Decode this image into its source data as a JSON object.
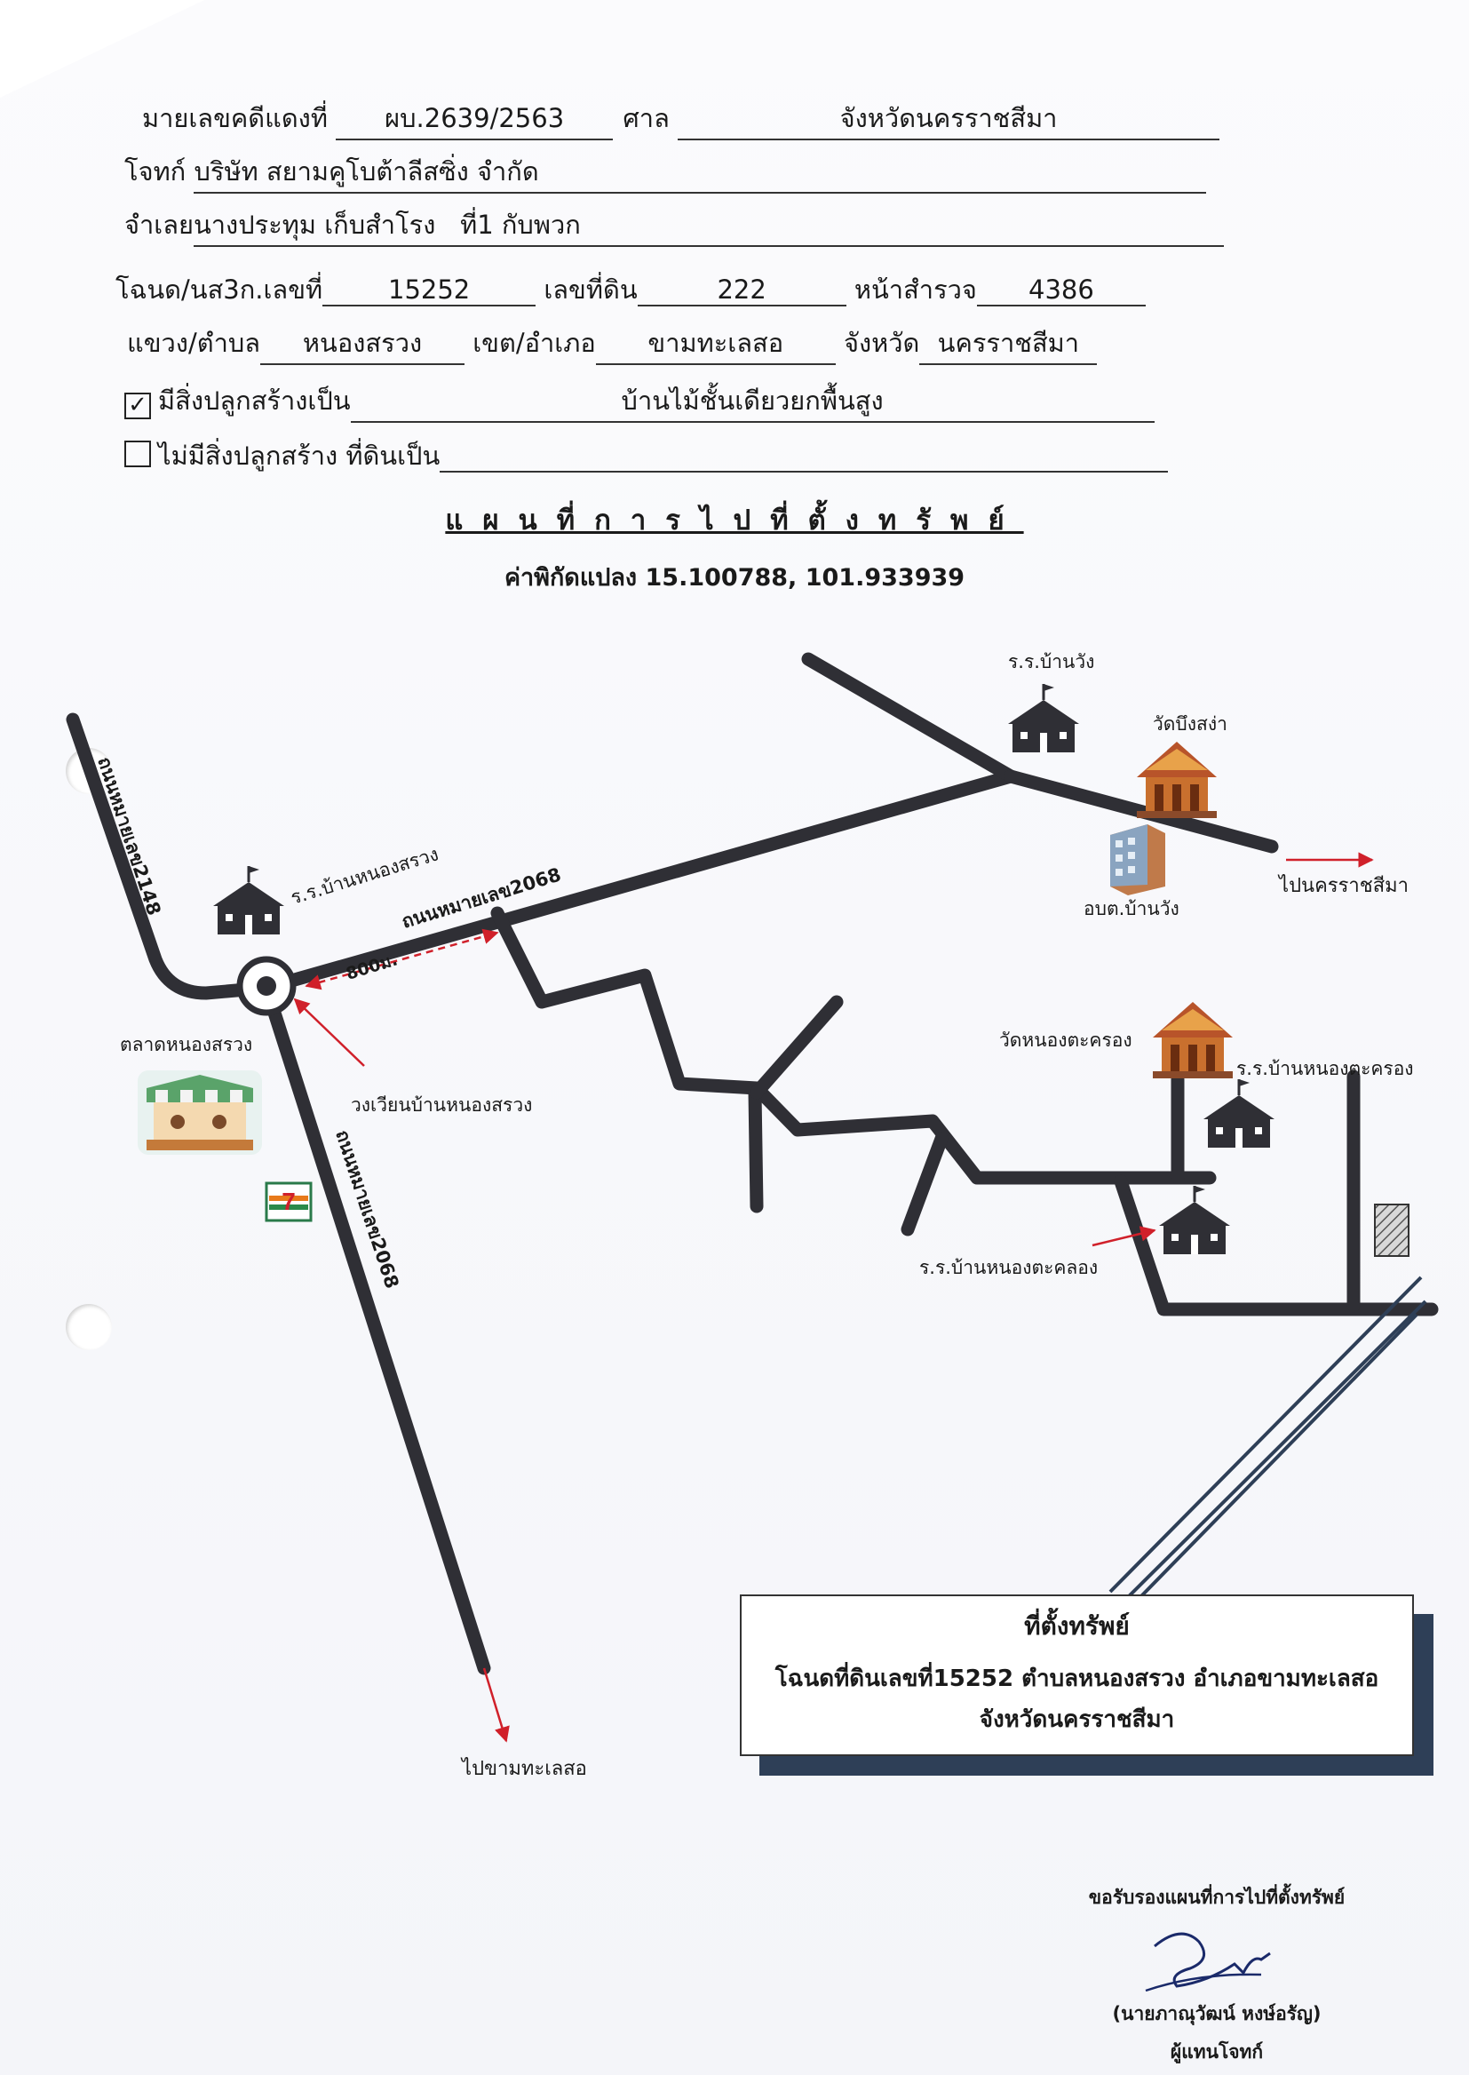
{
  "header": {
    "case_label": "มายเลขคดีแดงที่",
    "case_no": "ผบ.2639/2563",
    "court_label": "ศาล",
    "court": "จังหวัดนครราชสีมา",
    "plaintiff_label": "โจทก์",
    "plaintiff": "บริษัท สยามคูโบต้าลีสซิ่ง จำกัด",
    "defendant_label": "จำเลย",
    "defendant": "นางประทุม เก็บสำโรง",
    "defendant_suffix": "ที่1 กับพวก",
    "deed_label": "โฉนด/นส3ก.เลขที่",
    "deed_no": "15252",
    "land_label": "เลขที่ดิน",
    "land_no": "222",
    "survey_label": "หน้าสำรวจ",
    "survey_no": "4386",
    "subdistrict_label": "แขวง/ตำบล",
    "subdistrict": "หนองสรวง",
    "district_label": "เขต/อำเภอ",
    "district": "ขามทะเลสอ",
    "province_label": "จังหวัด",
    "province": "นครราชสีมา",
    "has_building_label": "มีสิ่งปลูกสร้างเป็น",
    "has_building_value": "บ้านไม้ชั้นเดียวยกพื้นสูง",
    "has_building_checked": true,
    "no_building_label": "ไม่มีสิ่งปลูกสร้าง ที่ดินเป็น",
    "no_building_checked": false
  },
  "map": {
    "title": "แผนที่การไปที่ตั้งทรัพย์",
    "coordinates": "ค่าพิกัดแปลง 15.100788, 101.933939",
    "labels": {
      "road_2148": "ถนนหมายเลข2148",
      "road_2068_top": "ถนนหมายเลข2068",
      "road_2068_side": "ถนนหมายเลข2068",
      "school_nongsuang": "ร.ร.บ้านหนองสรวง",
      "distance": "800ม.",
      "market": "ตลาดหนองสรวง",
      "roundabout": "วงเวียนบ้านหนองสรวง",
      "school_banwang": "ร.ร.บ้านวัง",
      "temple_bueng": "วัดบึงสง่า",
      "to_korat": "ไปนครราชสีมา",
      "obt": "อบต.บ้านวัง",
      "temple_nongtakrong": "วัดหนองตะครอง",
      "school_nongtakrong": "ร.ร.บ้านหนองตะครอง",
      "school_nongtaklong": "ร.ร.บ้านหนองตะคลอง",
      "to_khamthalaeso": "ไปขามทะเลสอ",
      "seven_eleven": "7"
    },
    "colors": {
      "road": "#2f2f35",
      "arrow": "#d0202a",
      "box_shadow": "#2e3f57",
      "property": "#555555"
    }
  },
  "location_box": {
    "title": "ที่ตั้งทรัพย์",
    "line1": "โฉนดที่ดินเลขที่15252 ตำบลหนองสรวง อำเภอขามทะเลสอ",
    "line2": "จังหวัดนครราชสีมา"
  },
  "signature": {
    "certify": "ขอรับรองแผนที่การไปที่ตั้งทรัพย์",
    "name": "(นายภาณุวัฒน์ หงษ์อรัญ)",
    "role": "ผู้แทนโจทก์"
  }
}
